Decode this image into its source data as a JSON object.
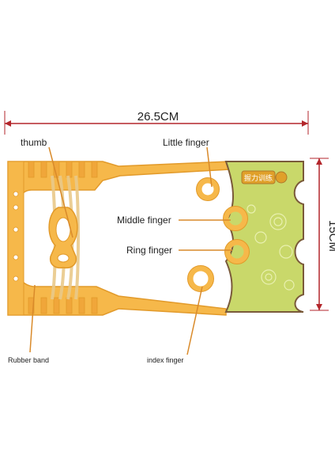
{
  "labels": {
    "width_dimension": "26.5CM",
    "height_dimension": "15CM",
    "thumb": "thumb",
    "little_finger": "Little finger",
    "middle_finger": "Middle finger",
    "ring_finger": "Ring finger",
    "rubber_band": "Rubber band",
    "index_finger": "index finger"
  },
  "package_card": {
    "brand_text": "握力训练"
  },
  "colors": {
    "frame": "#F6B84A",
    "frame_dark": "#E29A2A",
    "card": "#C9D86A",
    "card_border": "#7A5A3A",
    "dimension_line": "#B3262B",
    "callout_line": "#D98A2A",
    "band": "#E9C98A"
  }
}
